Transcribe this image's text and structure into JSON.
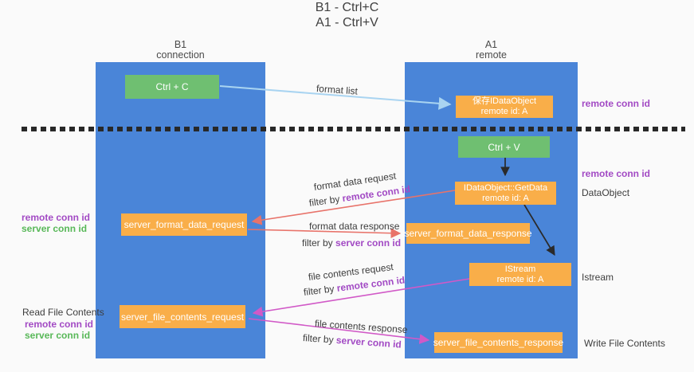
{
  "title": {
    "line1": "B1 - Ctrl+C",
    "line2": "A1 - Ctrl+V"
  },
  "lanes": {
    "left": {
      "title": "B1",
      "subtitle": "connection"
    },
    "right": {
      "title": "A1",
      "subtitle": "remote"
    }
  },
  "nodes": {
    "ctrl_c": {
      "label": "Ctrl + C"
    },
    "ctrl_v": {
      "label": "Ctrl + V"
    },
    "save_dataobject": {
      "line1": "保存IDataObject",
      "line2": "remote id: A"
    },
    "getdata": {
      "line1": "IDataObject::GetData",
      "line2": "remote id: A"
    },
    "istream": {
      "line1": "IStream",
      "line2": "remote id: A"
    },
    "server_format_data_request": {
      "label": "server_format_data_request"
    },
    "server_format_data_response": {
      "label": "server_format_data_response"
    },
    "server_file_contents_request": {
      "label": "server_file_contents_request"
    },
    "server_file_contents_response": {
      "label": "server_file_contents_response"
    }
  },
  "edge_labels": {
    "format_list": "format list",
    "format_data_request": "format data request",
    "format_data_response": "format data response",
    "file_contents_request": "file contents request",
    "file_contents_response": "file contents response",
    "filter_by": "filter by "
  },
  "terms": {
    "remote_conn_id": "remote conn id",
    "server_conn_id": "server conn id"
  },
  "side_labels": {
    "dataobject": "DataObject",
    "istream": "Istream",
    "read_file_contents": "Read File Contents",
    "write_file_contents": "Write File Contents"
  },
  "colors": {
    "lane_blue": "#4a85d8",
    "node_orange": "#f9ae49",
    "node_green": "#6fbf71",
    "arrow_red": "#e8736a",
    "arrow_magenta": "#d159c7",
    "arrow_lightblue": "#a9d4f1",
    "arrow_black": "#2a2a2a",
    "text_purple": "#a24ac4",
    "text_green": "#58b858",
    "background": "#fafafa"
  }
}
